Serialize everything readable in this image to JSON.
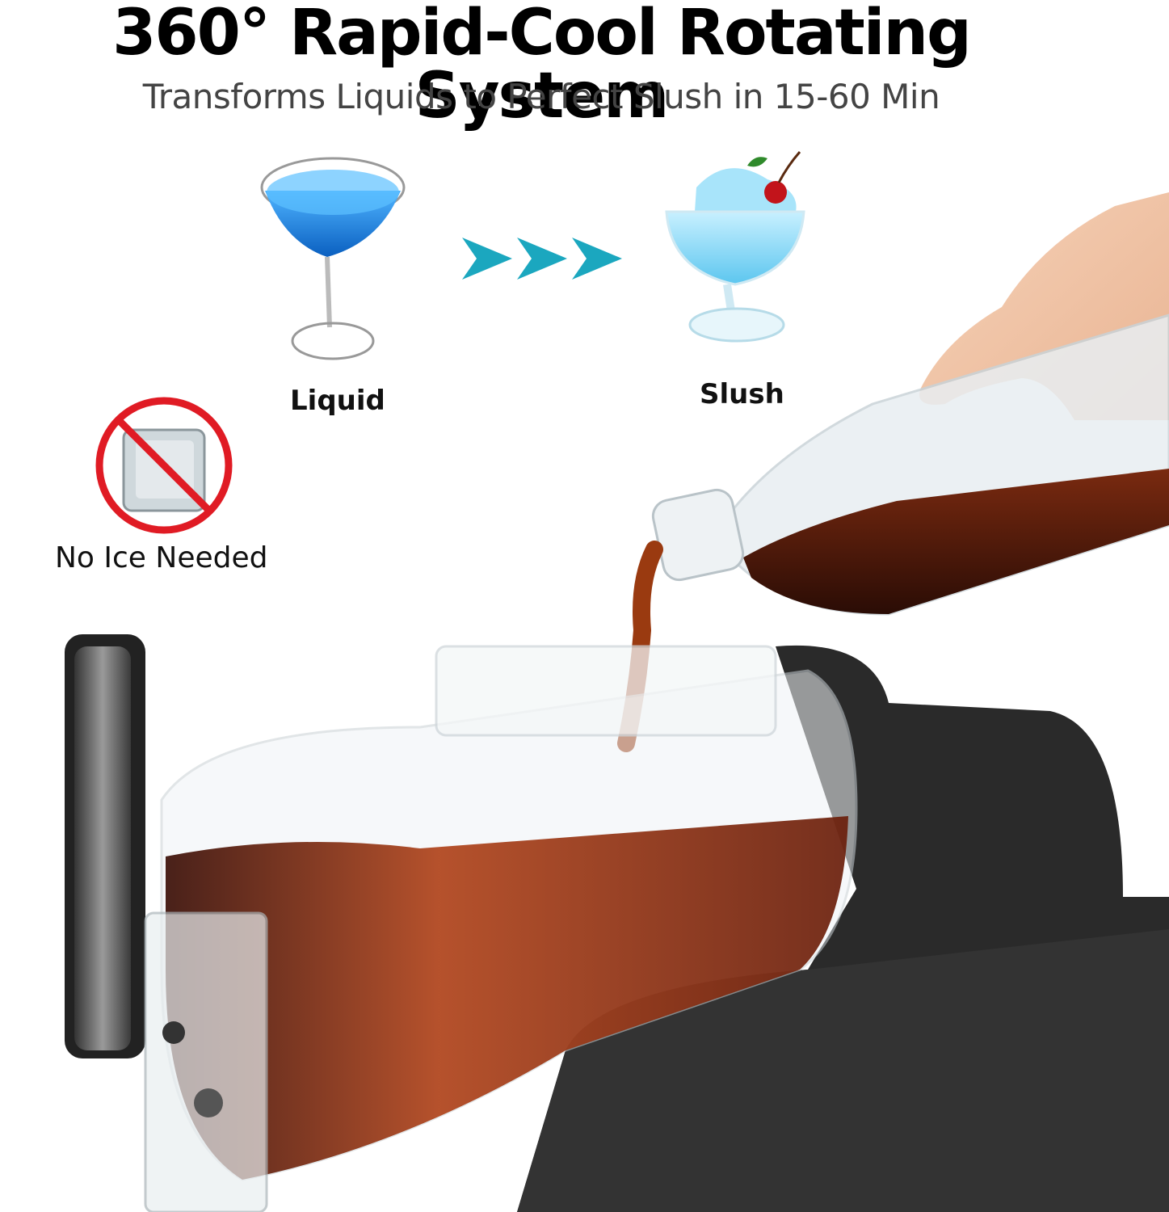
{
  "header": {
    "title": "360° Rapid-Cool Rotating System",
    "subtitle": "Transforms Liquids to Perfect Slush in 15-60 Min"
  },
  "steps": {
    "liquid_label": "Liquid",
    "slush_label": "Slush",
    "arrow_color": "#1ba7bf"
  },
  "badge": {
    "label": "No Ice Needed",
    "ring_color": "#e01b24"
  },
  "colors": {
    "liquid_blue": "#1e90e8",
    "slush_blue": "#7fd3f2",
    "cola": "#5a1e0e",
    "machine_body": "#2a2a2a"
  }
}
